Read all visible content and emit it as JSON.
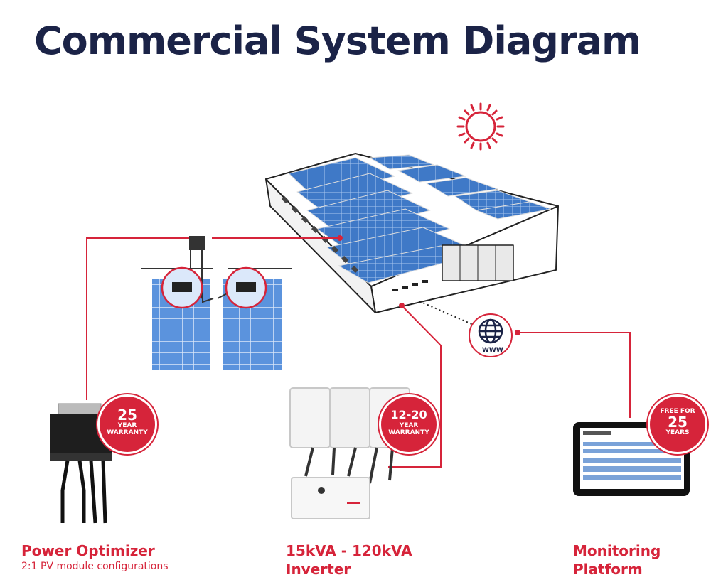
{
  "title": "Commercial System Diagram",
  "colors": {
    "title": "#1b2347",
    "accent": "#d6243a",
    "panel": "#3f79c7"
  },
  "icons": [
    "sun-icon",
    "globe-icon",
    "building-illustration",
    "pv-panel-illustration",
    "optimizer-illustration",
    "inverter-illustration",
    "tablet-illustration"
  ],
  "globe": {
    "label": "WWW"
  },
  "badges": {
    "optimizer": {
      "line1": "25",
      "line2": "YEAR",
      "line3": "WARRANTY"
    },
    "inverter": {
      "line1": "12-20",
      "line2": "YEAR",
      "line3": "WARRANTY"
    },
    "monitoring": {
      "line1": "FREE FOR",
      "line2": "25",
      "line3": "YEARS"
    }
  },
  "products": {
    "optimizer": {
      "title": "Power Optimizer",
      "subtitle": "2:1 PV module configurations"
    },
    "inverter": {
      "title_line1": "15kVA - 120kVA",
      "title_line2": "Inverter"
    },
    "monitoring": {
      "title_line1": "Monitoring",
      "title_line2": "Platform"
    }
  }
}
